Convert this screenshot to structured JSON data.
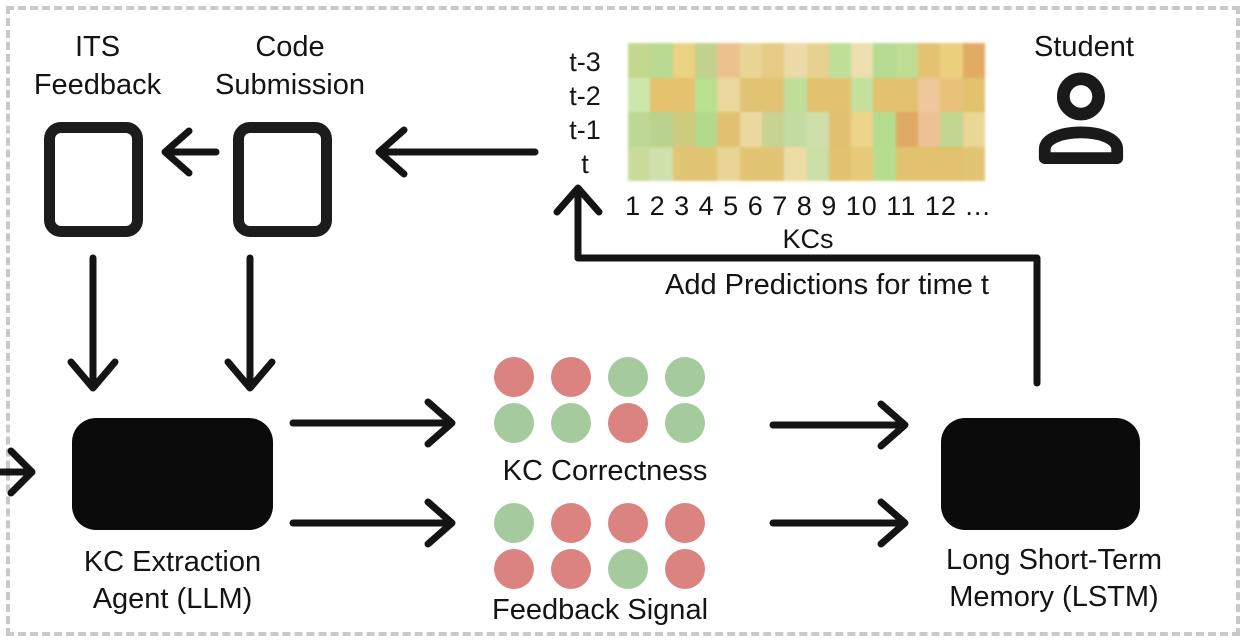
{
  "diagram": {
    "nodes": {
      "its_feedback": {
        "label": "ITS\nFeedback"
      },
      "code_submission": {
        "label": "Code\nSubmission"
      },
      "student": {
        "label": "Student"
      },
      "kc_extraction": {
        "label": "KC Extraction\nAgent (LLM)"
      },
      "lstm": {
        "label": "Long Short-Term\nMemory (LSTM)"
      },
      "kc_correctness": {
        "label": "KC Correctness"
      },
      "feedback_signal": {
        "label": "Feedback Signal"
      }
    },
    "annotations": {
      "add_predictions": "Add Predictions for time t"
    },
    "heatmap": {
      "row_labels": [
        "t-3",
        "t-2",
        "t-1",
        "t"
      ],
      "tick_labels": "1 2 3 4 5 6 7 8 9 10 11 12 ...",
      "axis_label": "KCs",
      "cells": [
        [
          "#c2d88d",
          "#b8da91",
          "#ecd283",
          "#c2d18e",
          "#ebc28d",
          "#e9d496",
          "#e5cb84",
          "#ecdba9",
          "#e7d190",
          "#bfdf97",
          "#eddfaf",
          "#b5da91",
          "#bfdc93",
          "#e3c372",
          "#ecd07e",
          "#e1ab63"
        ],
        [
          "#cee6a9",
          "#e4c26e",
          "#e4c26e",
          "#b8e08f",
          "#ead89e",
          "#e2c273",
          "#e2c273",
          "#bede9a",
          "#e2c26e",
          "#e2c26e",
          "#c4e09c",
          "#e2c26e",
          "#e2c26e",
          "#eec79a",
          "#e9c27a",
          "#e2c26e"
        ],
        [
          "#bed795",
          "#b9d28e",
          "#cfcb7f",
          "#b1db8b",
          "#e1c171",
          "#ebd89f",
          "#c6d391",
          "#c4daa3",
          "#cedfab",
          "#e1c171",
          "#ecd488",
          "#b4dc8e",
          "#dfa964",
          "#ecc295",
          "#c2d68f",
          "#ead795"
        ],
        [
          "#c8db9b",
          "#cfe1ad",
          "#e2c475",
          "#e2c475",
          "#e9d395",
          "#e2c475",
          "#e2c475",
          "#ecdca6",
          "#c9dfa5",
          "#e2c26e",
          "#e6ca7a",
          "#b7dc90",
          "#e2c26e",
          "#e2c26e",
          "#e2c26e",
          "#e2c475"
        ]
      ]
    },
    "dot_colors": {
      "red": "#db8380",
      "green": "#a4ca9e"
    },
    "dot_grids": {
      "kc_correctness": [
        [
          "red",
          "red",
          "green",
          "green"
        ],
        [
          "green",
          "green",
          "red",
          "green"
        ]
      ],
      "feedback_signal": [
        [
          "green",
          "red",
          "red",
          "red"
        ],
        [
          "red",
          "red",
          "green",
          "red"
        ]
      ]
    },
    "colors": {
      "line": "#141414",
      "frame_dash": "#c9c9c9"
    }
  }
}
